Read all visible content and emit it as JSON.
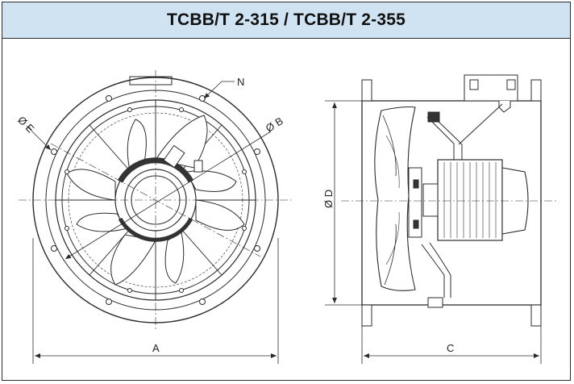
{
  "title": "TCBB/T 2-315 / TCBB/T 2-355",
  "colors": {
    "title_background": "#cfe3f3",
    "line": "#2b2b2b"
  },
  "front_view": {
    "labels": {
      "n": "N",
      "b": "Ø B",
      "e": "Ø E",
      "a": "A"
    }
  },
  "side_view": {
    "labels": {
      "d": "Ø D",
      "c": "C"
    }
  }
}
